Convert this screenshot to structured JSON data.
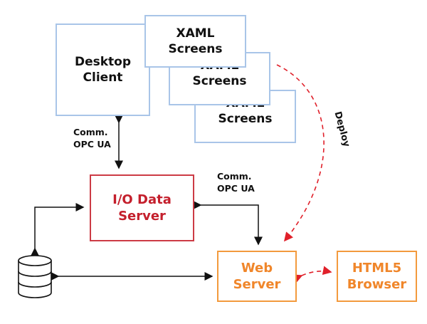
{
  "nodes": {
    "desktop_client": {
      "line1": "Desktop",
      "line2": "Client"
    },
    "xaml_screens": [
      {
        "line1": "XAML",
        "line2": "Screens"
      },
      {
        "line1": "XAML",
        "line2": "Screens"
      },
      {
        "line1": "XAML",
        "line2": "Screens"
      }
    ],
    "io_data_server": {
      "line1": "I/O Data",
      "line2": "Server"
    },
    "web_server": {
      "line1": "Web",
      "line2": "Server"
    },
    "html5_browser": {
      "line1": "HTML5",
      "line2": "Browser"
    },
    "database": {
      "icon": "database-icon"
    }
  },
  "labels": {
    "comm_left": {
      "line1": "Comm.",
      "line2": "OPC UA"
    },
    "comm_right": {
      "line1": "Comm.",
      "line2": "OPC UA"
    },
    "deploy": "Deploy"
  },
  "colors": {
    "client_border": "#a9c5e8",
    "io_server": "#c41f2c",
    "web": "#f0862a",
    "deploy_arrow": "#e0202a"
  }
}
